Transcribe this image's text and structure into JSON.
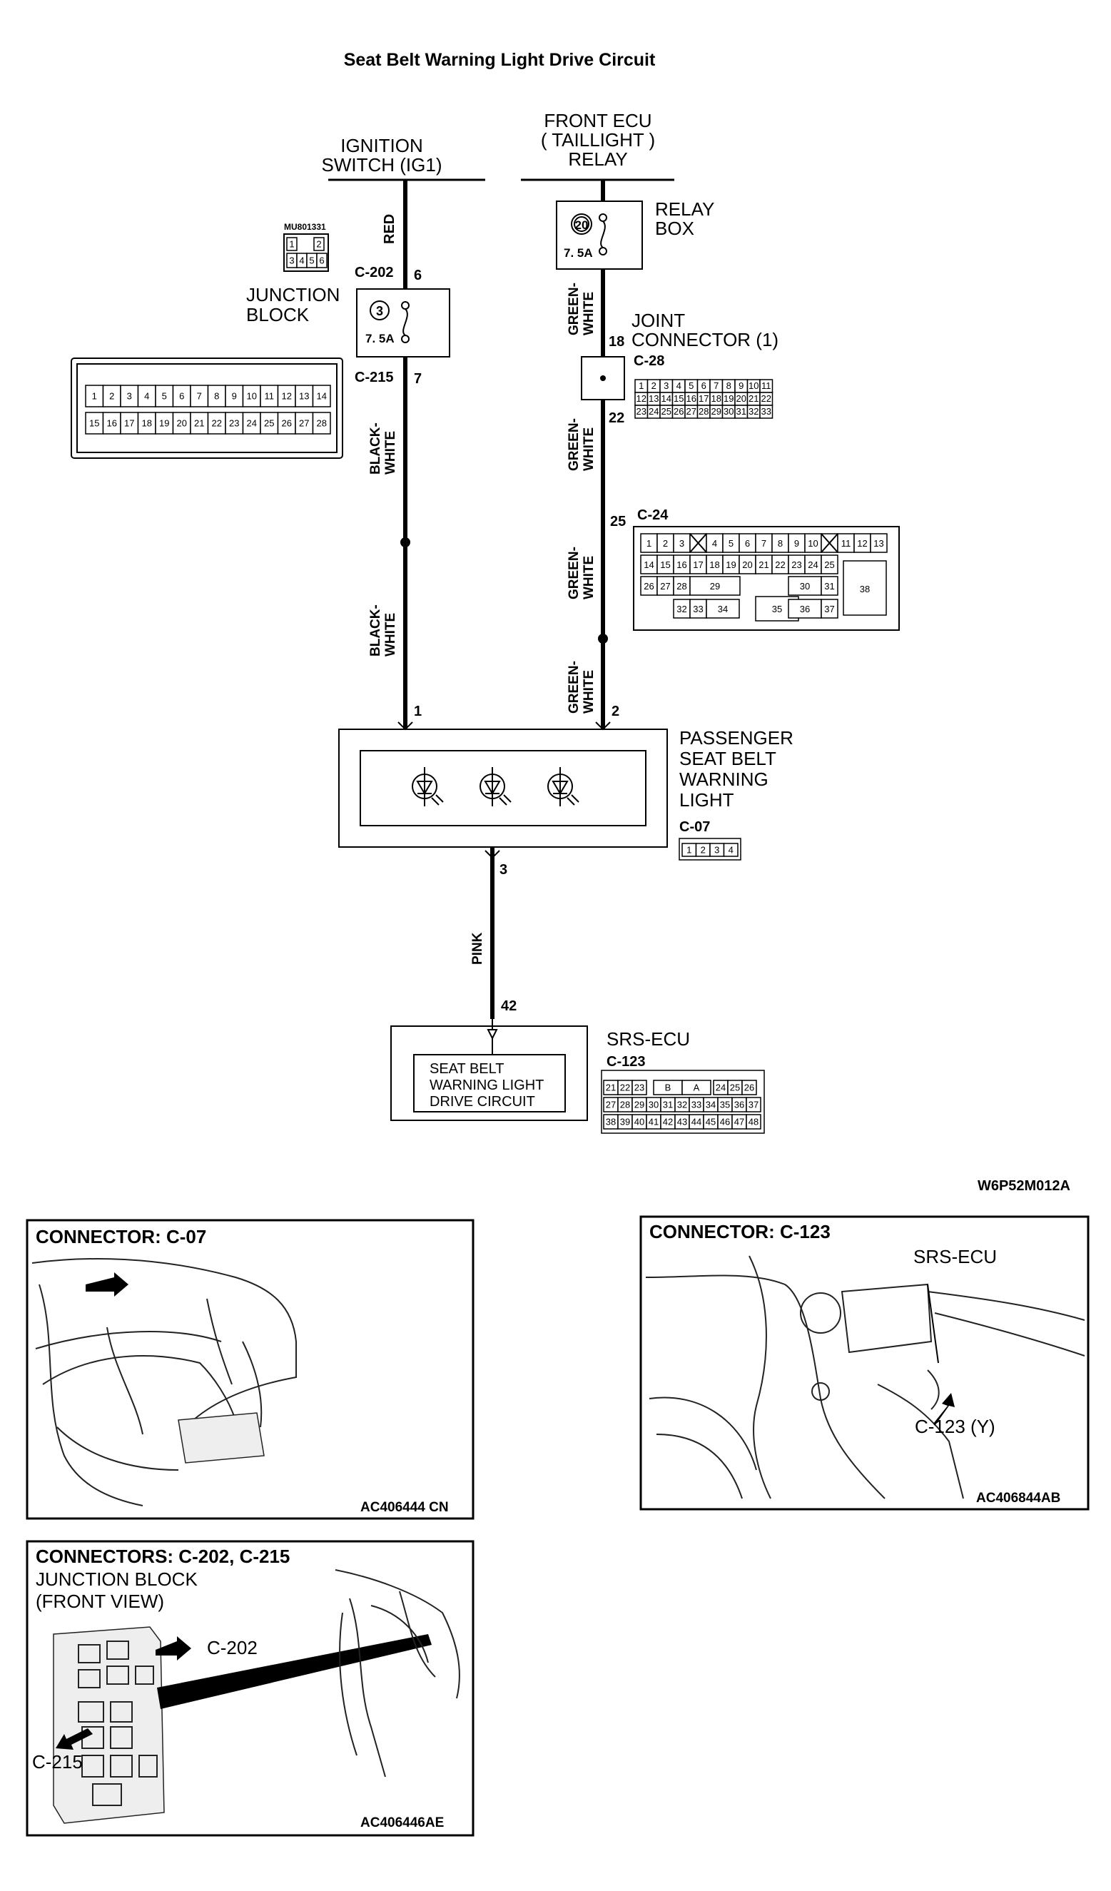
{
  "title": "Seat Belt Warning Light Drive Circuit",
  "figure_code": "W6P52M012A",
  "sources": {
    "ignition": "IGNITION\nSWITCH (IG1)",
    "front_ecu": "FRONT ECU\n( TAILLIGHT )\nRELAY"
  },
  "relay_box": {
    "label": "RELAY\nBOX",
    "fuse_no": "20",
    "fuse_amp": "7. 5A"
  },
  "junction_block": {
    "label": "JUNCTION\nBLOCK",
    "fuse_no": "3",
    "fuse_amp": "7. 5A",
    "part_no": "MU801331",
    "conn_in": "C-202",
    "pin_in": "6",
    "conn_out": "C-215",
    "pin_out": "7",
    "c202_pins": [
      "1",
      "2",
      "3",
      "4",
      "5",
      "6"
    ],
    "c215_pins": [
      "1",
      "2",
      "3",
      "4",
      "5",
      "6",
      "7",
      "8",
      "9",
      "10",
      "11",
      "12",
      "13",
      "14",
      "15",
      "16",
      "17",
      "18",
      "19",
      "20",
      "21",
      "22",
      "23",
      "24",
      "25",
      "26",
      "27",
      "28"
    ]
  },
  "joint_connector": {
    "label": "JOINT\nCONNECTOR (1)",
    "conn": "C-28",
    "pin_in": "18",
    "pin_out": "22",
    "pins": [
      "1",
      "2",
      "3",
      "4",
      "5",
      "6",
      "7",
      "8",
      "9",
      "10",
      "11",
      "12",
      "13",
      "14",
      "15",
      "16",
      "17",
      "18",
      "19",
      "20",
      "21",
      "22",
      "23",
      "24",
      "25",
      "26",
      "27",
      "28",
      "29",
      "30",
      "31",
      "32",
      "33"
    ]
  },
  "c24": {
    "conn": "C-24",
    "pin": "25",
    "row1": [
      "1",
      "2",
      "3",
      "X",
      "4",
      "5",
      "6",
      "7",
      "8",
      "9",
      "10",
      "X",
      "11",
      "12",
      "13"
    ],
    "row2": [
      "14",
      "15",
      "16",
      "17",
      "18",
      "19",
      "20",
      "21",
      "22",
      "23",
      "24",
      "25"
    ],
    "row3": [
      "26",
      "27",
      "28",
      "29",
      "30",
      "31"
    ],
    "row4": [
      "32",
      "33",
      "34",
      "35",
      "36",
      "37"
    ],
    "big": "38"
  },
  "wires": {
    "red": "RED",
    "black_white": "BLACK-\nWHITE",
    "green_white": "GREEN-\nWHITE",
    "pink": "PINK"
  },
  "warning_light": {
    "label": "PASSENGER\nSEAT BELT\nWARNING\nLIGHT",
    "conn": "C-07",
    "pin1": "1",
    "pin2": "2",
    "pin3": "3",
    "pins": [
      "1",
      "2",
      "3",
      "4"
    ]
  },
  "srs_ecu": {
    "label": "SRS-ECU",
    "conn": "C-123",
    "pin": "42",
    "inner": "SEAT BELT\nWARNING LIGHT\nDRIVE CIRCUIT",
    "row1": [
      "21",
      "22",
      "23",
      "",
      "B",
      "A",
      "",
      "24",
      "25",
      "26"
    ],
    "row2": [
      "27",
      "28",
      "29",
      "30",
      "31",
      "32",
      "33",
      "34",
      "35",
      "36",
      "37"
    ],
    "row3": [
      "38",
      "39",
      "40",
      "41",
      "42",
      "43",
      "44",
      "45",
      "46",
      "47",
      "48"
    ]
  },
  "panels": {
    "c07": {
      "title": "CONNECTOR: C-07",
      "code": "AC406444 CN"
    },
    "c123": {
      "title": "CONNECTOR: C-123",
      "label_ecu": "SRS-ECU",
      "label_conn": "C-123 (Y)",
      "code": "AC406844AB"
    },
    "c202_c215": {
      "title": "CONNECTORS: C-202, C-215",
      "sub": "JUNCTION BLOCK\n(FRONT VIEW)",
      "label_c202": "C-202",
      "label_c215": "C-215",
      "code": "AC406446AE"
    }
  }
}
